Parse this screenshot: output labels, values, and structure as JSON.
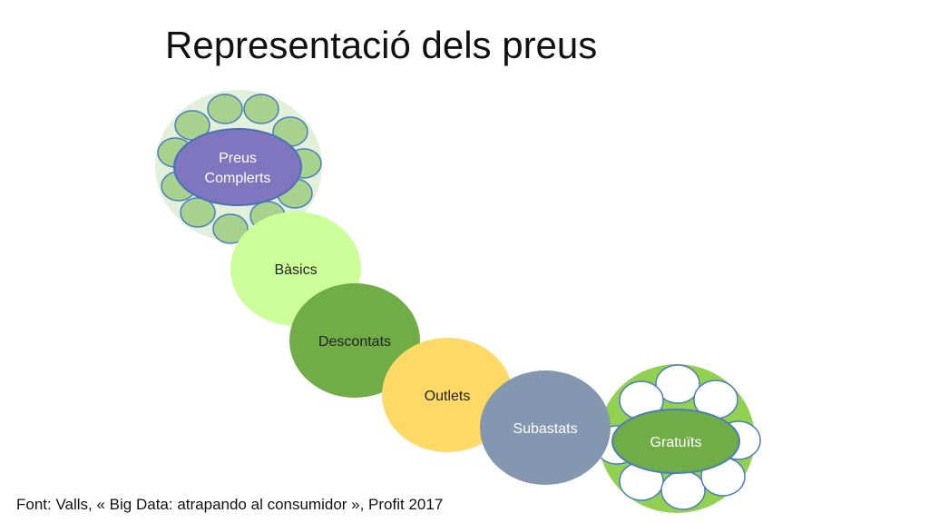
{
  "slide": {
    "title": "Representació dels preus",
    "source": "Font: Valls, « Big Data: atrapando al consumidor », Profit 2017"
  },
  "diagram": {
    "stages": [
      {
        "id": "preus-complerts",
        "lines": [
          "Preus",
          "Complerts"
        ],
        "fill": "#8076c0",
        "text_color": "#ffffff"
      },
      {
        "id": "basics",
        "lines": [
          "Bàsics"
        ],
        "fill": "#ccff99",
        "text_color": "#222222"
      },
      {
        "id": "descontats",
        "lines": [
          "Descontats"
        ],
        "fill": "#70ad47",
        "text_color": "#222222"
      },
      {
        "id": "outlets",
        "lines": [
          "Outlets"
        ],
        "fill": "#ffd966",
        "text_color": "#222222"
      },
      {
        "id": "subastats",
        "lines": [
          "Subastats"
        ],
        "fill": "#8497b0",
        "text_color": "#ffffff"
      },
      {
        "id": "gratuits",
        "lines": [
          "Gratuïts"
        ],
        "fill": "#70ad47",
        "text_color": "#ffffff"
      }
    ],
    "colors": {
      "outer_ring_green": "#e2efda",
      "satellite_green": "#a9d18e",
      "satellite_border": "#4a7ebb",
      "outer_ring_bright": "#92d050",
      "satellite_white": "#ffffff"
    }
  }
}
